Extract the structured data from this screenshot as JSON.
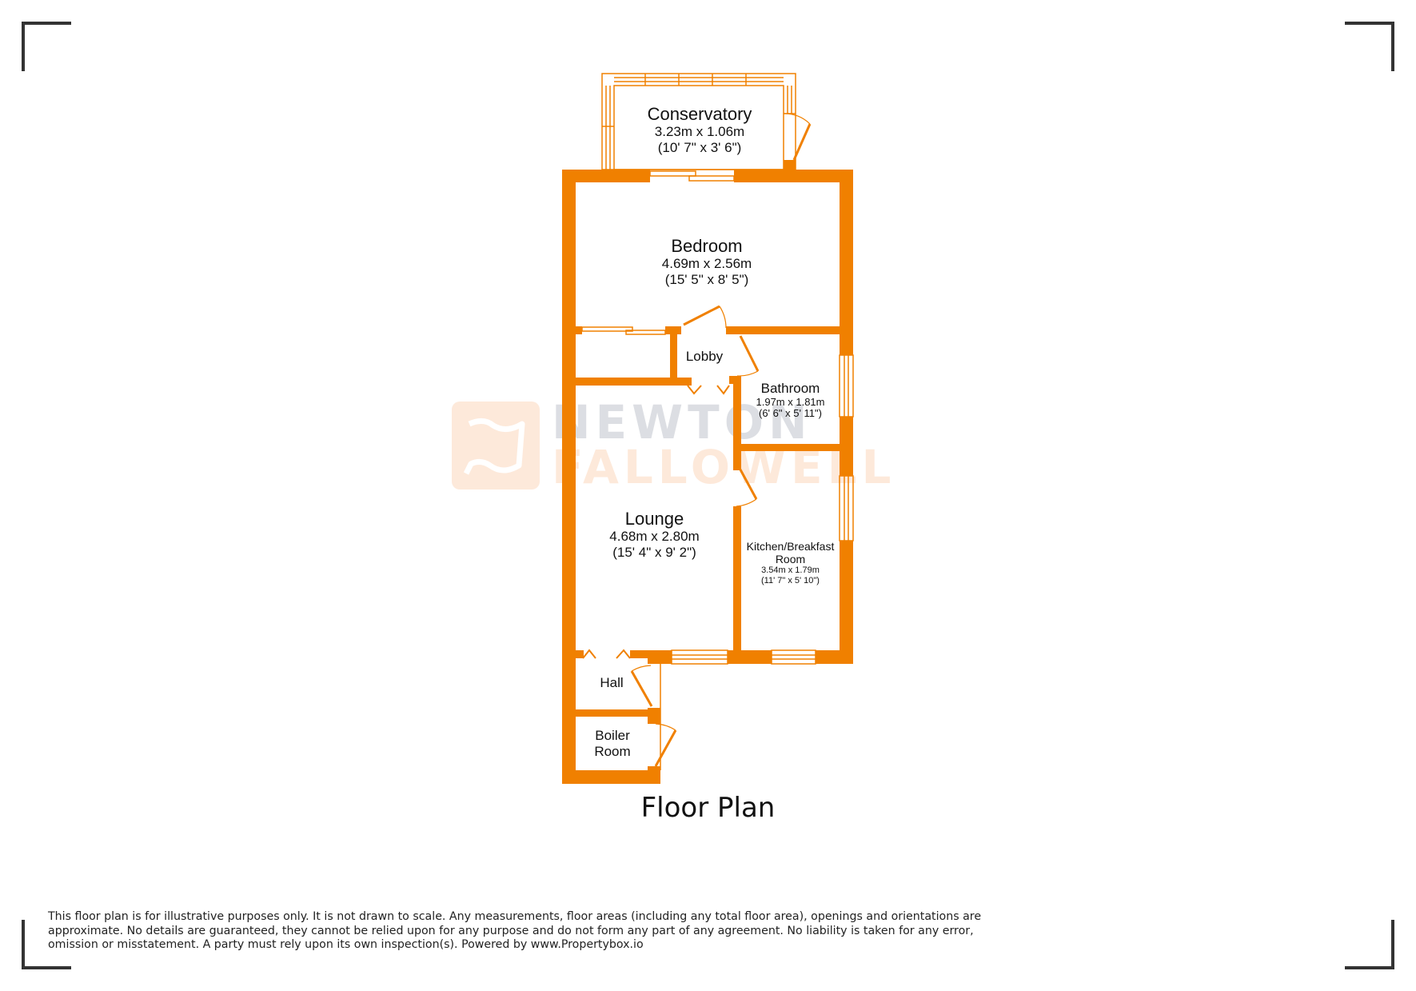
{
  "title": "Floor Plan",
  "brand_watermark": {
    "line1": "NEWTON",
    "line2": "FALLOWELL",
    "colors": {
      "line1": "#2b3a55",
      "line2": "#f47c20",
      "logo": "#f47c20"
    }
  },
  "colors": {
    "wall": "#f08000",
    "text": "#111111",
    "corner": "#333333"
  },
  "rooms": [
    {
      "id": "conservatory",
      "name": "Conservatory",
      "metric": "3.23m x 1.06m",
      "imperial": "(10' 7\" x 3' 6\")"
    },
    {
      "id": "bedroom",
      "name": "Bedroom",
      "metric": "4.69m x 2.56m",
      "imperial": "(15' 5\" x 8' 5\")"
    },
    {
      "id": "lobby",
      "name": "Lobby"
    },
    {
      "id": "bathroom",
      "name": "Bathroom",
      "metric": "1.97m x 1.81m",
      "imperial": "(6' 6\" x 5' 11\")"
    },
    {
      "id": "lounge",
      "name": "Lounge",
      "metric": "4.68m x 2.80m",
      "imperial": "(15' 4\" x 9' 2\")"
    },
    {
      "id": "kitchen",
      "name": "Kitchen/Breakfast Room",
      "name_line1": "Kitchen/Breakfast",
      "name_line2": "Room",
      "metric": "3.54m x 1.79m",
      "imperial": "(11' 7\" x 5' 10\")"
    },
    {
      "id": "hall",
      "name": "Hall"
    },
    {
      "id": "boiler",
      "name": "Boiler Room",
      "name_line1": "Boiler",
      "name_line2": "Room"
    }
  ],
  "disclaimer": "This floor plan is for illustrative purposes only. It is not drawn to scale. Any measurements, floor areas (including any total floor area), openings and orientations are approximate. No details are guaranteed, they cannot be relied upon for any purpose and do not form any part of any agreement. No liability is taken for any error, omission or misstatement. A party must rely upon its own inspection(s). Powered by www.Propertybox.io"
}
